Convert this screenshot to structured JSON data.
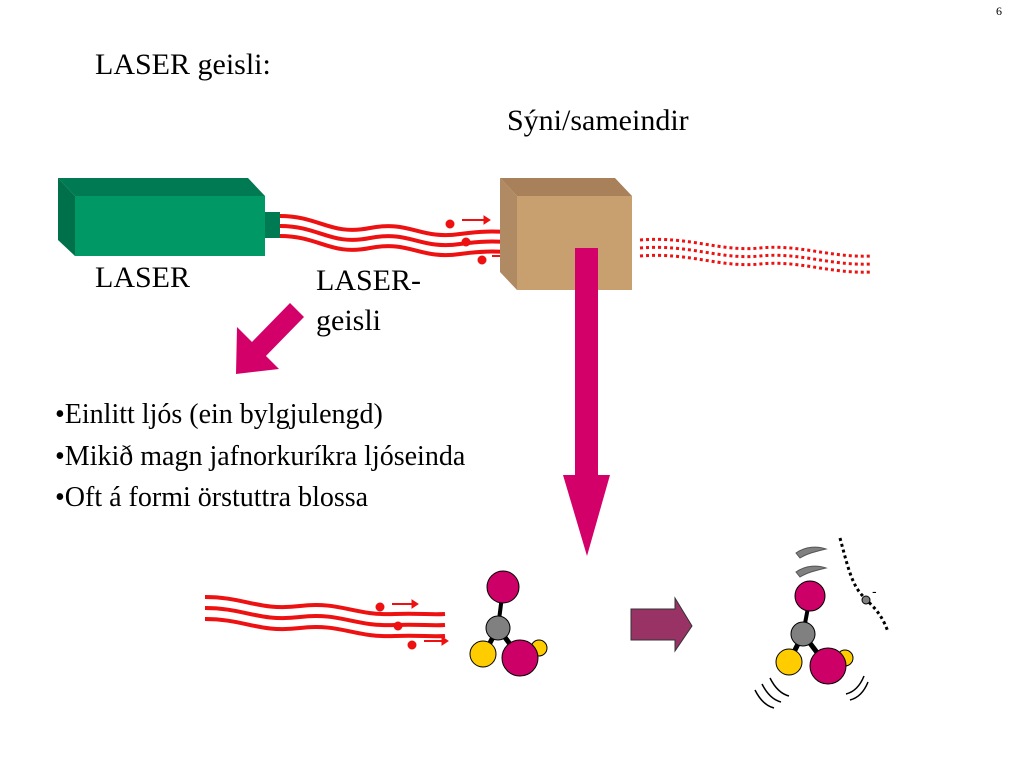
{
  "slide_number": "6",
  "title": "LASER geisli:",
  "sample_label": "Sýni/sameindir",
  "laser_label": "LASER",
  "beam_label_line1": "LASER-",
  "beam_label_line2": "geisli",
  "bullets": [
    "•Einlitt ljós (ein bylgjulengd)",
    "•Mikið magn jafnorkuríkra ljóseinda",
    "•Oft á formi örstuttra blossa"
  ],
  "electron_charge": "-",
  "colors": {
    "laser_body": "#009966",
    "beam": "#ee1111",
    "arrow": "#d4006a",
    "sample": "#c8a070",
    "process_arrow": "#993366",
    "atom_magenta": "#cc0066",
    "atom_gray": "#808080",
    "atom_yellow": "#ffcc00"
  }
}
